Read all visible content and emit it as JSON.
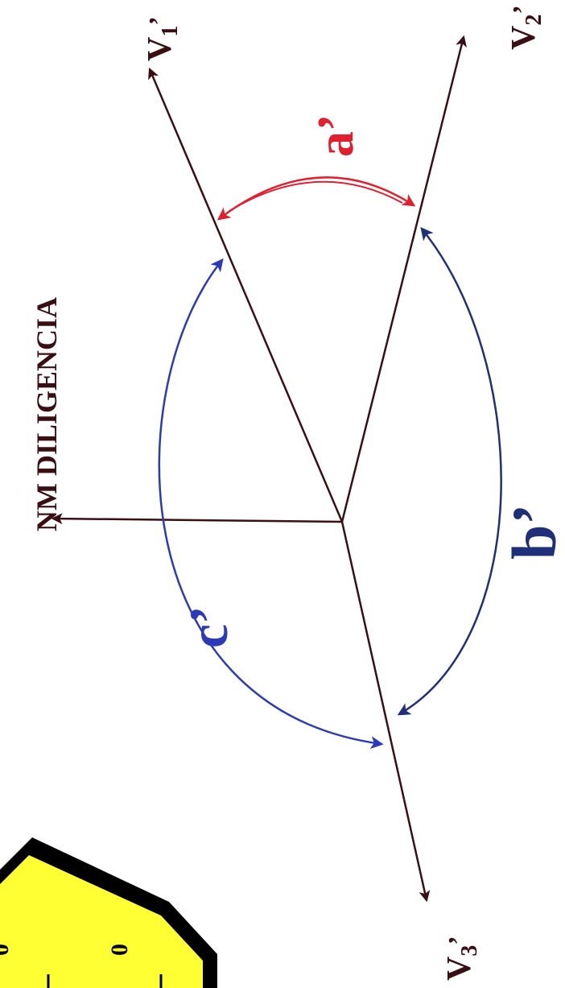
{
  "diagram": {
    "reference_label": "NM DILIGENCIA",
    "vectors": [
      {
        "id": "v1",
        "main": "V",
        "sub": "1",
        "prime": "’"
      },
      {
        "id": "v2",
        "main": "V",
        "sub": "2",
        "prime": "’"
      },
      {
        "id": "v3",
        "main": "V",
        "sub": "3",
        "prime": "’"
      }
    ],
    "angles": [
      {
        "id": "a",
        "label": "a’",
        "color": "#e0202e"
      },
      {
        "id": "b",
        "label": "b’",
        "color": "#1f2f7a"
      },
      {
        "id": "c",
        "label": "c’",
        "color": "#2b3bb8"
      }
    ],
    "tile": {
      "fill": "#ffff33",
      "border": "#000000",
      "partial_text": [
        "0",
        "0"
      ]
    },
    "colors": {
      "axis": "#3a0f14",
      "accent_red": "#e0202e",
      "accent_blue": "#2b3bb8",
      "accent_darkblue": "#1f2f7a"
    }
  }
}
